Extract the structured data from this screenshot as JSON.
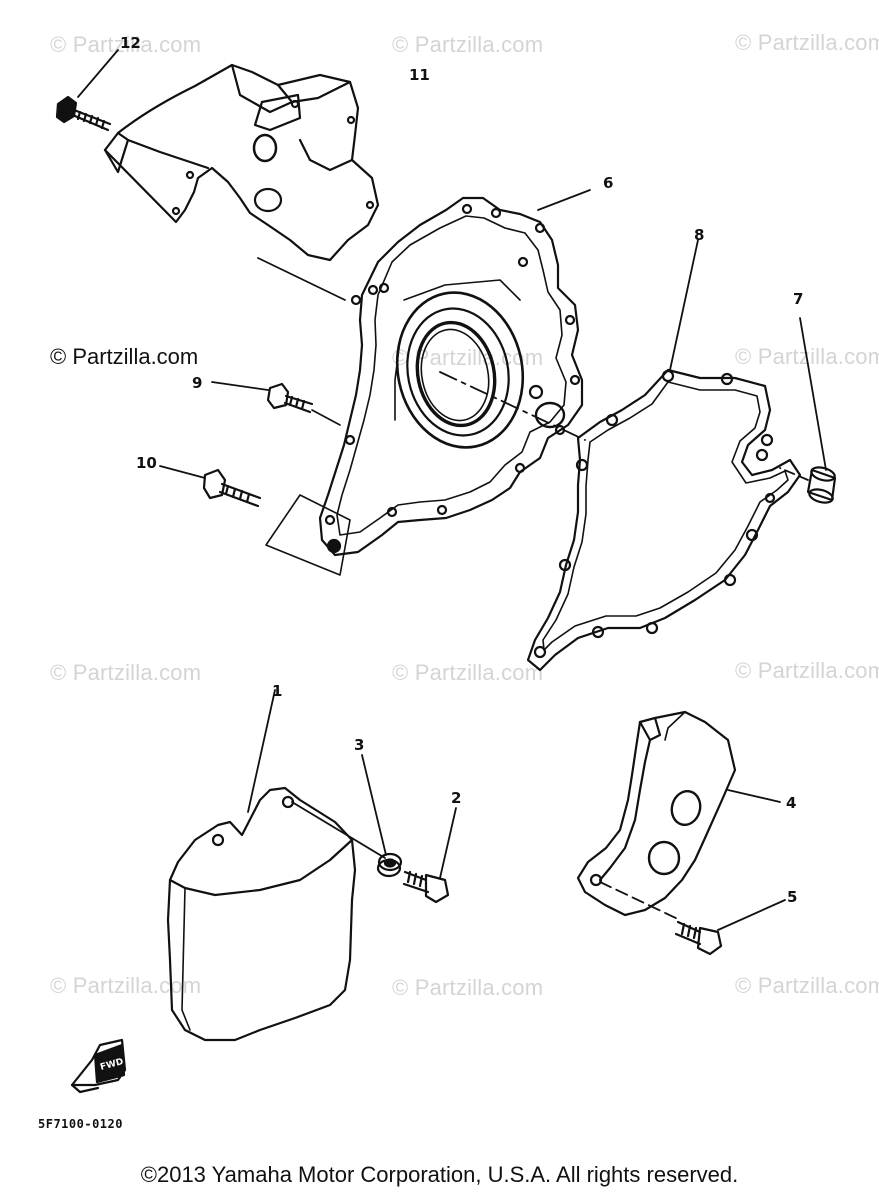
{
  "watermarks": {
    "text": "© Partzilla.com",
    "prominent_text": "© Partzilla.com"
  },
  "callouts": [
    "1",
    "2",
    "3",
    "4",
    "5",
    "6",
    "7",
    "8",
    "9",
    "10",
    "11",
    "12"
  ],
  "diagram_code": "5F7100-0120",
  "front_marker": "FWD",
  "copyright": "©2013 Yamaha Motor Corporation, U.S.A. All rights reserved.",
  "colors": {
    "line": "#111111",
    "watermark": "#d4d4d4",
    "background": "#ffffff"
  }
}
